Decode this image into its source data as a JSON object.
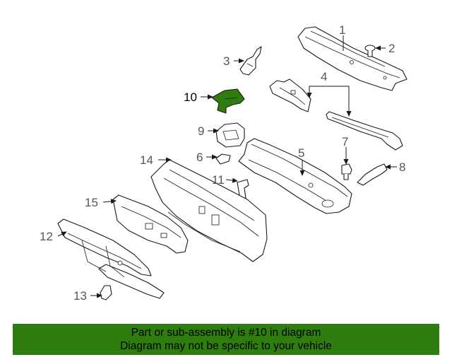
{
  "diagram": {
    "highlighted_part": "10",
    "highlight_color": "#2e7d0e",
    "callouts": {
      "c1": "1",
      "c2": "2",
      "c3": "3",
      "c4": "4",
      "c5": "5",
      "c6": "6",
      "c7": "7",
      "c8": "8",
      "c9": "9",
      "c10": "10",
      "c11": "11",
      "c12": "12",
      "c13": "13",
      "c14": "14",
      "c15": "15"
    }
  },
  "banner": {
    "line1": "Part or sub-assembly is #10 in diagram",
    "line2": "Diagram may not be specific to your vehicle",
    "background": "#2e7d0e"
  }
}
